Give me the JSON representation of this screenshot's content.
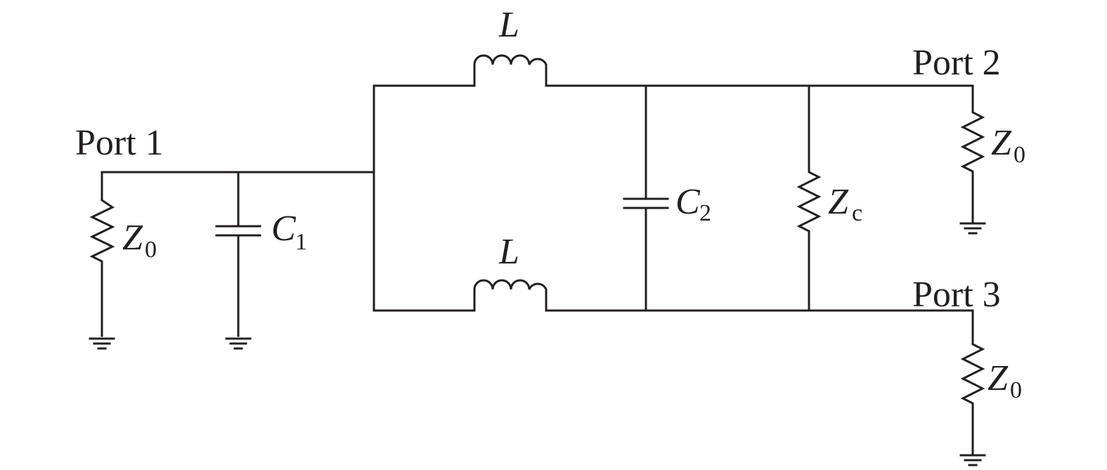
{
  "ports": {
    "p1": "Port 1",
    "p2": "Port 2",
    "p3": "Port 3"
  },
  "components": {
    "inductor_top": {
      "symbol": "L",
      "sub": ""
    },
    "inductor_bottom": {
      "symbol": "L",
      "sub": ""
    },
    "load_p1": {
      "symbol": "Z",
      "sub": "0"
    },
    "cap_c1": {
      "symbol": "C",
      "sub": "1"
    },
    "cap_c2": {
      "symbol": "C",
      "sub": "2"
    },
    "res_zc": {
      "symbol": "Z",
      "sub": "c"
    },
    "load_p2": {
      "symbol": "Z",
      "sub": "0"
    },
    "load_p3": {
      "symbol": "Z",
      "sub": "0"
    }
  }
}
